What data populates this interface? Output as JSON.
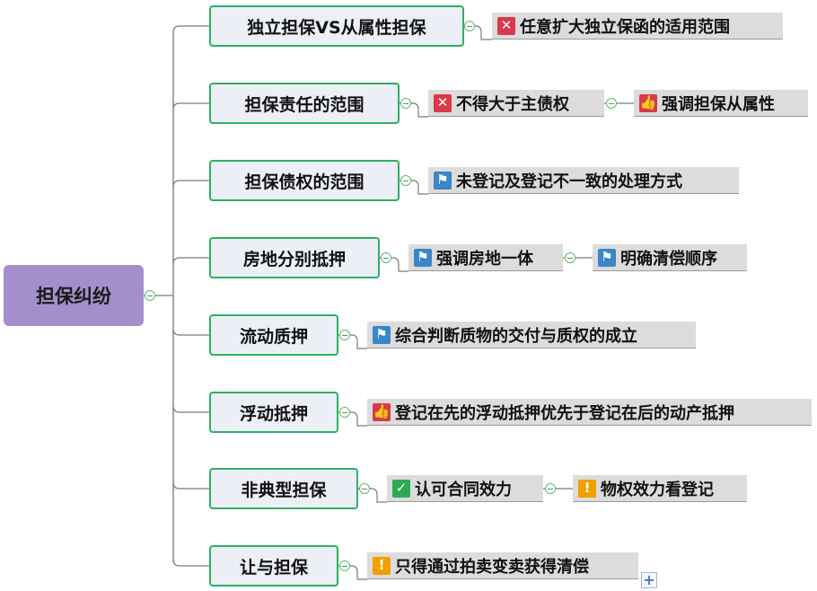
{
  "root": {
    "label": "担保纠纷"
  },
  "topics": [
    {
      "label": "独立担保VS从属性担保",
      "subs": [
        {
          "icon": "cross-icon",
          "label": "任意扩大独立保函的适用范围"
        }
      ]
    },
    {
      "label": "担保责任的范围",
      "subs": [
        {
          "icon": "cross-icon",
          "label": "不得大于主债权"
        },
        {
          "icon": "thumbs-up-icon",
          "label": "强调担保从属性"
        }
      ]
    },
    {
      "label": "担保债权的范围",
      "subs": [
        {
          "icon": "flag-icon",
          "label": "未登记及登记不一致的处理方式"
        }
      ]
    },
    {
      "label": "房地分别抵押",
      "subs": [
        {
          "icon": "flag-icon",
          "label": "强调房地一体"
        },
        {
          "icon": "flag-icon",
          "label": "明确清偿顺序"
        }
      ]
    },
    {
      "label": "流动质押",
      "subs": [
        {
          "icon": "flag-icon",
          "label": "综合判断质物的交付与质权的成立"
        }
      ]
    },
    {
      "label": "浮动抵押",
      "subs": [
        {
          "icon": "thumbs-up-icon",
          "label": "登记在先的浮动抵押优先于登记在后的动产抵押"
        }
      ]
    },
    {
      "label": "非典型担保",
      "subs": [
        {
          "icon": "check-icon",
          "label": "认可合同效力"
        },
        {
          "icon": "warning-icon",
          "label": "物权效力看登记"
        }
      ]
    },
    {
      "label": "让与担保",
      "subs": [
        {
          "icon": "warning-icon",
          "label": "只得通过拍卖变卖获得清偿"
        }
      ]
    }
  ],
  "colors": {
    "root_fill": "#a58fca",
    "topic_border": "#2fb062",
    "topic_fill": "#eceff6",
    "sub_fill": "#dcdcdc",
    "connector": "#7a7a7a"
  }
}
